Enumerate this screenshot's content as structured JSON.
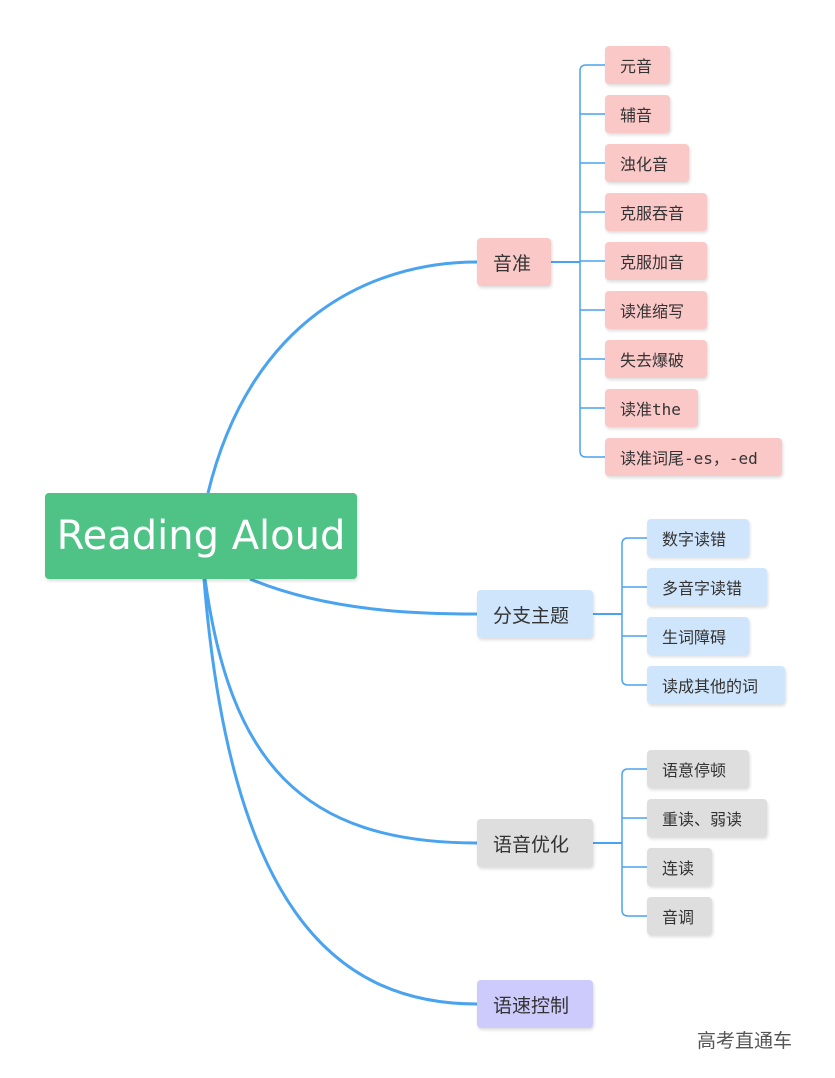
{
  "root": {
    "label": "Reading Aloud",
    "color": "#4fc386"
  },
  "colors": {
    "connector": "#4aa3ef",
    "pink_fill": "#fbc8c8",
    "blue_fill": "#cfe5fb",
    "gray_fill": "#dedede",
    "purple_fill": "#cdcbfb"
  },
  "branches": [
    {
      "label": "音准",
      "theme": "pink",
      "children": [
        "元音",
        "辅音",
        "浊化音",
        "克服吞音",
        "克服加音",
        "读准缩写",
        "失去爆破",
        "读准the",
        "读准词尾-es，-ed"
      ]
    },
    {
      "label": "分支主题",
      "theme": "blue",
      "children": [
        "数字读错",
        "多音字读错",
        "生词障碍",
        "读成其他的词"
      ]
    },
    {
      "label": "语音优化",
      "theme": "gray",
      "children": [
        "语意停顿",
        "重读、弱读",
        "连读",
        "音调"
      ]
    },
    {
      "label": "语速控制",
      "theme": "purple",
      "children": []
    }
  ],
  "watermark": "高考直通车"
}
